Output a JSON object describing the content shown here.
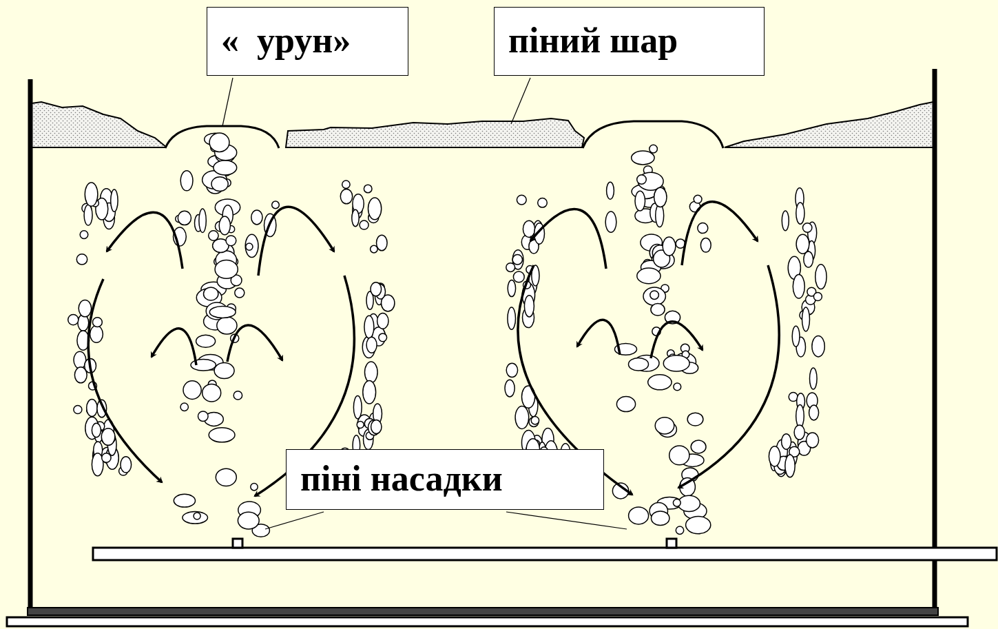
{
  "diagram": {
    "nodes": [
      {
        "text": [
          "«  урун»"
        ]
      },
      {
        "text": [
          "піний шар"
        ]
      },
      {
        "text": [
          "піні насадки"
        ]
      }
    ]
  }
}
